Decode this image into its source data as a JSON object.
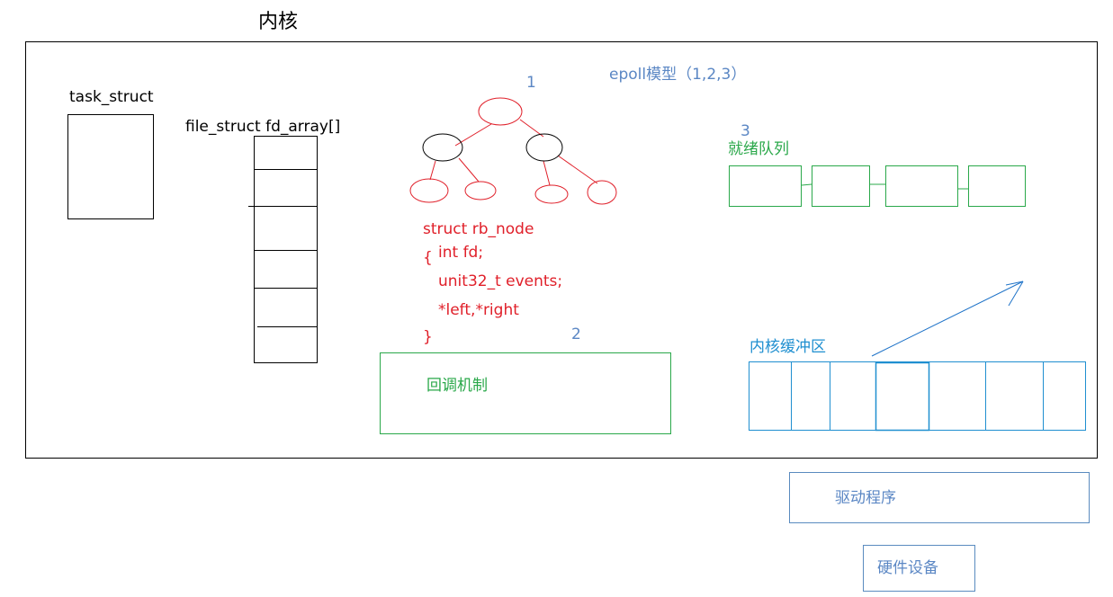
{
  "title": "内核",
  "model_label": "epoll模型（1,2,3）",
  "task_struct": {
    "label": "task_struct"
  },
  "file_struct": {
    "label": "file_struct fd_array[]"
  },
  "rbtree": {
    "number": "1",
    "code": {
      "line1": "struct rb_node",
      "line2": "{",
      "line3": "int fd;",
      "line4": "unit32_t events;",
      "line5": "*left,*right",
      "line6": "}"
    }
  },
  "callback": {
    "number": "2",
    "label": "回调机制"
  },
  "ready_queue": {
    "number": "3",
    "label": "就绪队列"
  },
  "kernel_buffer": {
    "label": "内核缓冲区"
  },
  "driver": {
    "label": "驱动程序"
  },
  "hardware": {
    "label": "硬件设备"
  },
  "colors": {
    "red": "#e0202a",
    "green": "#2aa84a",
    "blue_text": "#5b87c4",
    "buffer_blue": "#1f8fd0",
    "box_blue": "#5a8bbf",
    "black": "#000000"
  }
}
